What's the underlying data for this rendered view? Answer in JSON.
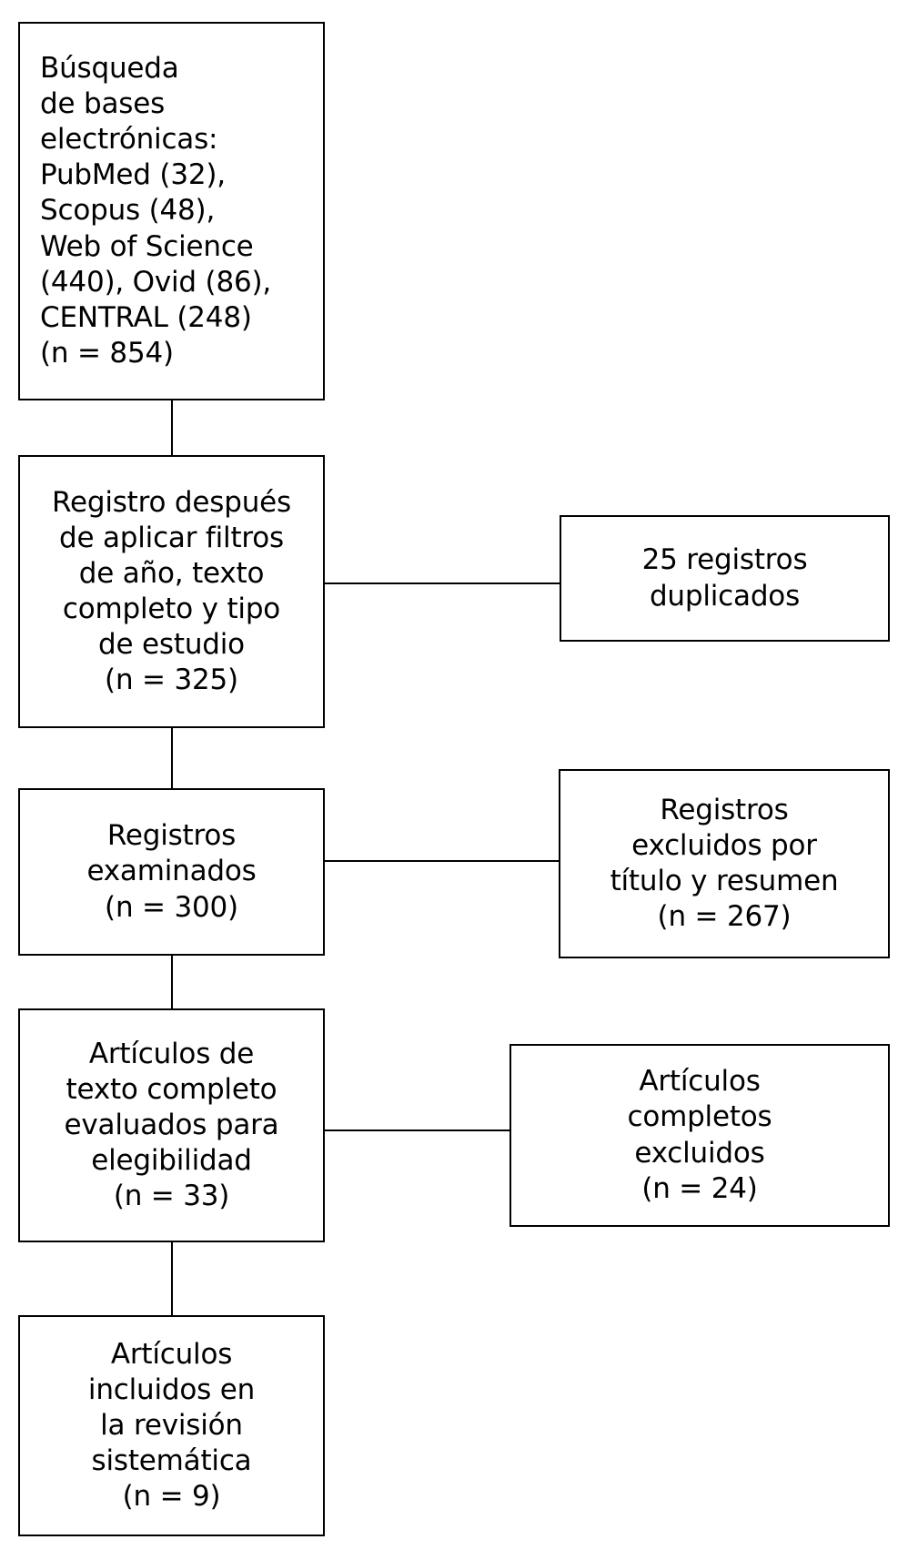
{
  "diagram": {
    "type": "prisma-flow-diagram",
    "language": "es",
    "background_color": "#ffffff",
    "line_color": "#000000",
    "text_color": "#000000",
    "main_flow": [
      {
        "id": "identification",
        "text": "Búsqueda\nde bases\nelectrónicas:\nPubMed (32),\nScopus (48),\nWeb of Science\n(440), Ovid (86),\nCENTRAL (248)\n(n = 854)",
        "n": 854,
        "sources": [
          {
            "name": "PubMed",
            "count": 32
          },
          {
            "name": "Scopus",
            "count": 48
          },
          {
            "name": "Web of Science",
            "count": 440
          },
          {
            "name": "Ovid",
            "count": 86
          },
          {
            "name": "CENTRAL",
            "count": 248
          }
        ]
      },
      {
        "id": "after-filters",
        "text": "Registro después\nde aplicar filtros\nde año, texto\ncompleto y tipo\nde estudio\n(n = 325)",
        "n": 325
      },
      {
        "id": "screened",
        "text": "Registros\nexaminados\n(n = 300)",
        "n": 300
      },
      {
        "id": "fulltext-assessed",
        "text": "Artículos de\ntexto completo\nevaluados para\nelegibilidad\n(n = 33)",
        "n": 33
      },
      {
        "id": "included",
        "text": "Artículos\nincluidos en\nla revisión\nsistemática\n(n = 9)",
        "n": 9
      }
    ],
    "exclusions": [
      {
        "id": "duplicates",
        "text": "25 registros\nduplicados",
        "n": 25
      },
      {
        "id": "excluded-title-abstract",
        "text": "Registros\nexcluidos por\ntítulo y resumen\n(n = 267)",
        "n": 267
      },
      {
        "id": "excluded-fulltext",
        "text": "Artículos\ncompletos\nexcluidos\n(n = 24)",
        "n": 24
      }
    ]
  }
}
